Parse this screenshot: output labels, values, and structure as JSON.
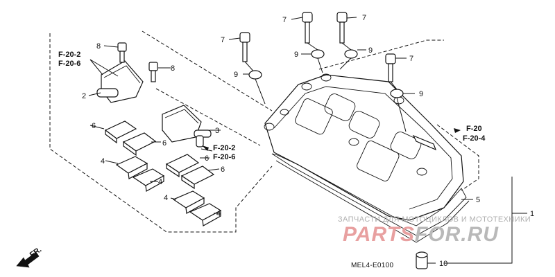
{
  "diagram": {
    "catalog_code": "MEL4-E0100",
    "labels": {
      "p1": "1",
      "p2": "2",
      "p3": "3",
      "p4a": "4",
      "p4b": "4",
      "p4c": "4",
      "p4d": "4",
      "p5": "5",
      "p6a": "6",
      "p6b": "6",
      "p6c": "6",
      "p6d": "6",
      "p7a": "7",
      "p7b": "7",
      "p7c": "7",
      "p7d": "7",
      "p8a": "8",
      "p8b": "8",
      "p9a": "9",
      "p9b": "9",
      "p9c": "9",
      "p9d": "9",
      "p10": "10"
    },
    "refs": {
      "left_a": "F-20-2",
      "left_b": "F-20-6",
      "mid_a": "F-20-2",
      "mid_b": "F-20-6",
      "right_a": "F-20",
      "right_b": "F-20-4"
    },
    "direction_marker": "FR."
  },
  "watermark": {
    "tagline": "ЗАПЧАСТИ ДЛЯ МОТОЦИКЛОВ И МОТОТЕХНИКИ",
    "brand_red": "PARTS",
    "brand_dark": "FOR.RU",
    "color_red": "#e8a0a0",
    "color_dark": "#b9b9b9"
  },
  "colors": {
    "line": "#111111",
    "background": "#ffffff"
  }
}
